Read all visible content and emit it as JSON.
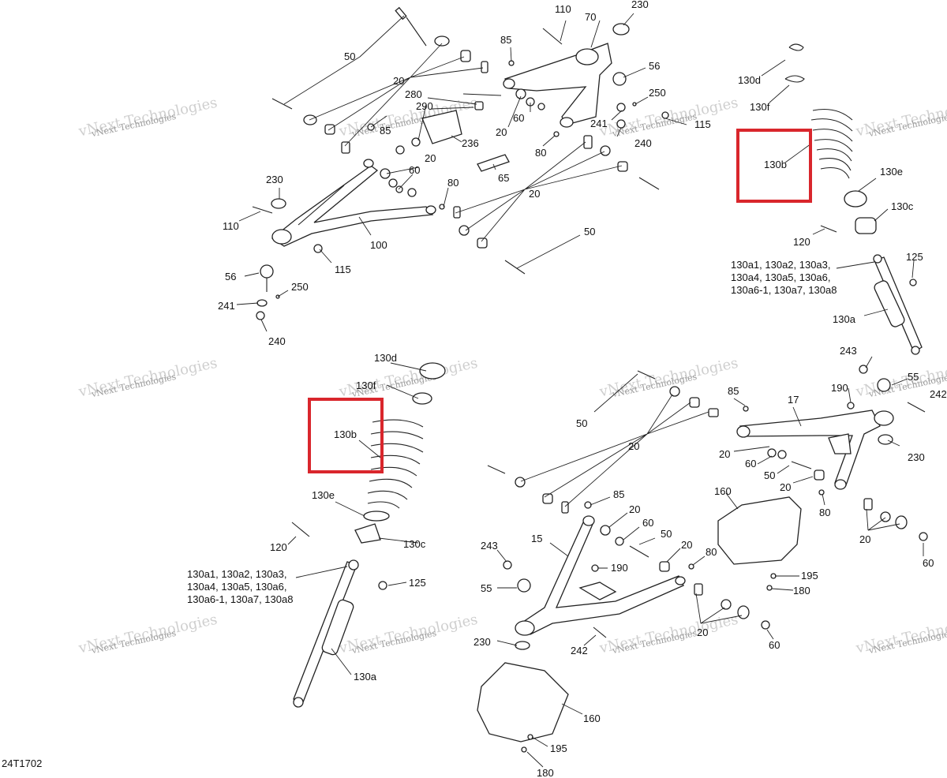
{
  "diagram": {
    "code": "24T1702",
    "watermark_small": "vNext Technologies",
    "watermark_big": "vNext Technologies",
    "highlight_color": "#d9262c",
    "labels": {
      "l50_a": "50",
      "l110_a": "110",
      "l70": "70",
      "l230_a": "230",
      "l85_a": "85",
      "l20_a": "20",
      "l56_a": "56",
      "l250_a": "250",
      "l280": "280",
      "l290": "290",
      "l20_b": "20",
      "l60_a": "60",
      "l241_a": "241",
      "l115_a": "115",
      "l240_a": "240",
      "l85_b": "85",
      "l236": "236",
      "l80_a": "80",
      "l65": "65",
      "l20_c": "20",
      "l60_b": "60",
      "l230_b": "230",
      "l80_b": "80",
      "l20_d": "20",
      "l110_b": "110",
      "l100": "100",
      "l50_b": "50",
      "l115_b": "115",
      "l56_b": "56",
      "l250_b": "250",
      "l241_b": "241",
      "l240_b": "240",
      "l130d_a": "130d",
      "l130f_a": "130f",
      "l130b_a": "130b",
      "l130e_a": "130e",
      "l130c_a": "130c",
      "l120_a": "120",
      "l125_a": "125",
      "l130a_list_1": "130a1, 130a2, 130a3,",
      "l130a_list_2": "130a4, 130a5, 130a6,",
      "l130a_list_3": "130a6-1, 130a7, 130a8",
      "l130a_a": "130a",
      "l130d_b": "130d",
      "l130f_b": "130f",
      "l130b_b": "130b",
      "l130e_b": "130e",
      "l130c_b": "130c",
      "l120_b": "120",
      "l125_b": "125",
      "l130b_list_1": "130a1, 130a2, 130a3,",
      "l130b_list_2": "130a4, 130a5, 130a6,",
      "l130b_list_3": "130a6-1, 130a7, 130a8",
      "l130a_b": "130a",
      "l243_a": "243",
      "l55_a": "55",
      "l242_a": "242",
      "l190_a": "190",
      "l85_c": "85",
      "l17": "17",
      "l20_e": "20",
      "l60_c": "60",
      "l50_c": "50",
      "l20_f": "20",
      "l230_c": "230",
      "l80_c": "80",
      "l160_a": "160",
      "l20_g": "20",
      "l60_d": "60",
      "l50_d": "50",
      "l20_h": "20",
      "l85_d": "85",
      "l15": "15",
      "l20_i": "20",
      "l60_e": "60",
      "l50_e": "50",
      "l20_j": "20",
      "l80_d": "80",
      "l243_b": "243",
      "l190_b": "190",
      "l55_b": "55",
      "l195_a": "195",
      "l180_a": "180",
      "l230_d": "230",
      "l242_b": "242",
      "l20_k": "20",
      "l60_f": "60",
      "l160_b": "160",
      "l195_b": "195",
      "l180_b": "180"
    }
  }
}
